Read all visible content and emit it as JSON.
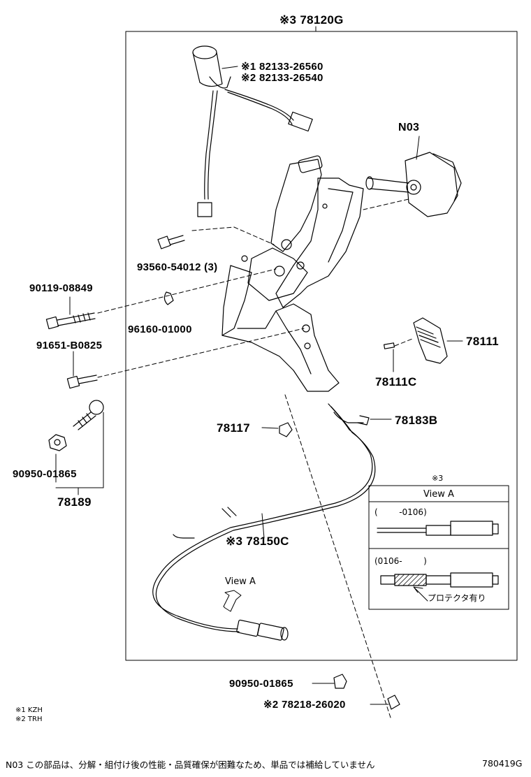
{
  "parts": {
    "main_assy": "※3 78120G",
    "sensor_kzh": "※1 82133-26560",
    "sensor_trh": "※2 82133-26540",
    "n03": "N03",
    "bolt_93560": "93560-54012 (3)",
    "bolt_90119": "90119-08849",
    "clip_96160": "96160-01000",
    "bolt_91651": "91651-B0825",
    "pad_78111": "78111",
    "pad_78111c": "78111C",
    "stopper_78117": "78117",
    "clamp_78183b": "78183B",
    "nut_90950": "90950-01865",
    "set_78189": "78189",
    "cable_78150c": "※3 78150C",
    "bushing_90950": "90950-01865",
    "cable_78218": "※2 78218-26020"
  },
  "view_a_label": "View A",
  "inset": {
    "marker": "※3",
    "title": "View A",
    "range_before": "(        -0106)",
    "range_after": "(0106-        )",
    "protector_label": "プロテクタ有り"
  },
  "footnotes": {
    "note1": "※1 KZH",
    "note2": "※2 TRH"
  },
  "bottom_note": "N03  この部品は、分解・組付け後の性能・品質確保が困難なため、単品では補給していません",
  "figure_id": "780419G"
}
